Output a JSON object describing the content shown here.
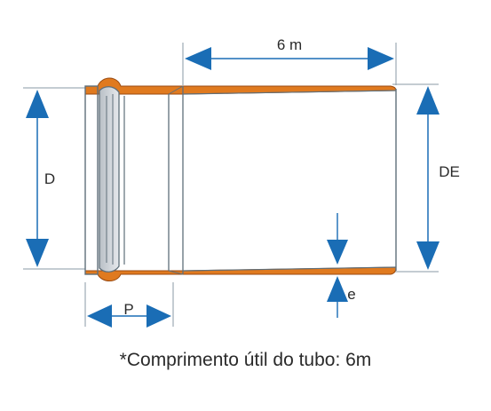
{
  "colors": {
    "pipe_wall": "#e07a1f",
    "pipe_wall_edge": "#9a4a10",
    "outline": "#5f6f7a",
    "arrow": "#1a6db5",
    "gasket": "#c9ced4",
    "background": "#ffffff"
  },
  "labels": {
    "length": "6 m",
    "inner_diameter": "D",
    "outer_diameter": "DE",
    "wall_thickness": "e",
    "socket_depth": "P"
  },
  "footnote": "*Comprimento útil do tubo: 6m"
}
